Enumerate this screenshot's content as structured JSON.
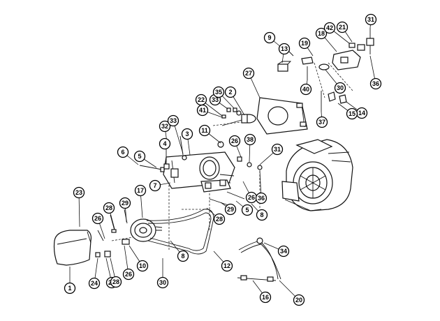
{
  "callouts": [
    {
      "label": "1"
    },
    {
      "label": "2"
    },
    {
      "label": "3"
    },
    {
      "label": "4"
    },
    {
      "label": "5"
    },
    {
      "label": "5"
    },
    {
      "label": "6"
    },
    {
      "label": "7"
    },
    {
      "label": "8"
    },
    {
      "label": "8"
    },
    {
      "label": "9"
    },
    {
      "label": "10"
    },
    {
      "label": "11"
    },
    {
      "label": "12"
    },
    {
      "label": "13"
    },
    {
      "label": "14"
    },
    {
      "label": "15"
    },
    {
      "label": "16"
    },
    {
      "label": "17"
    },
    {
      "label": "18"
    },
    {
      "label": "19"
    },
    {
      "label": "20"
    },
    {
      "label": "21"
    },
    {
      "label": "22"
    },
    {
      "label": "23"
    },
    {
      "label": "24"
    },
    {
      "label": "24"
    },
    {
      "label": "26"
    },
    {
      "label": "26"
    },
    {
      "label": "26"
    },
    {
      "label": "26"
    },
    {
      "label": "27"
    },
    {
      "label": "28"
    },
    {
      "label": "28"
    },
    {
      "label": "28"
    },
    {
      "label": "29"
    },
    {
      "label": "29"
    },
    {
      "label": "30"
    },
    {
      "label": "30"
    },
    {
      "label": "31"
    },
    {
      "label": "31"
    },
    {
      "label": "32"
    },
    {
      "label": "33"
    },
    {
      "label": "33"
    },
    {
      "label": "34"
    },
    {
      "label": "35"
    },
    {
      "label": "36"
    },
    {
      "label": "36"
    },
    {
      "label": "37"
    },
    {
      "label": "38"
    },
    {
      "label": "40"
    },
    {
      "label": "41"
    },
    {
      "label": "42"
    }
  ]
}
